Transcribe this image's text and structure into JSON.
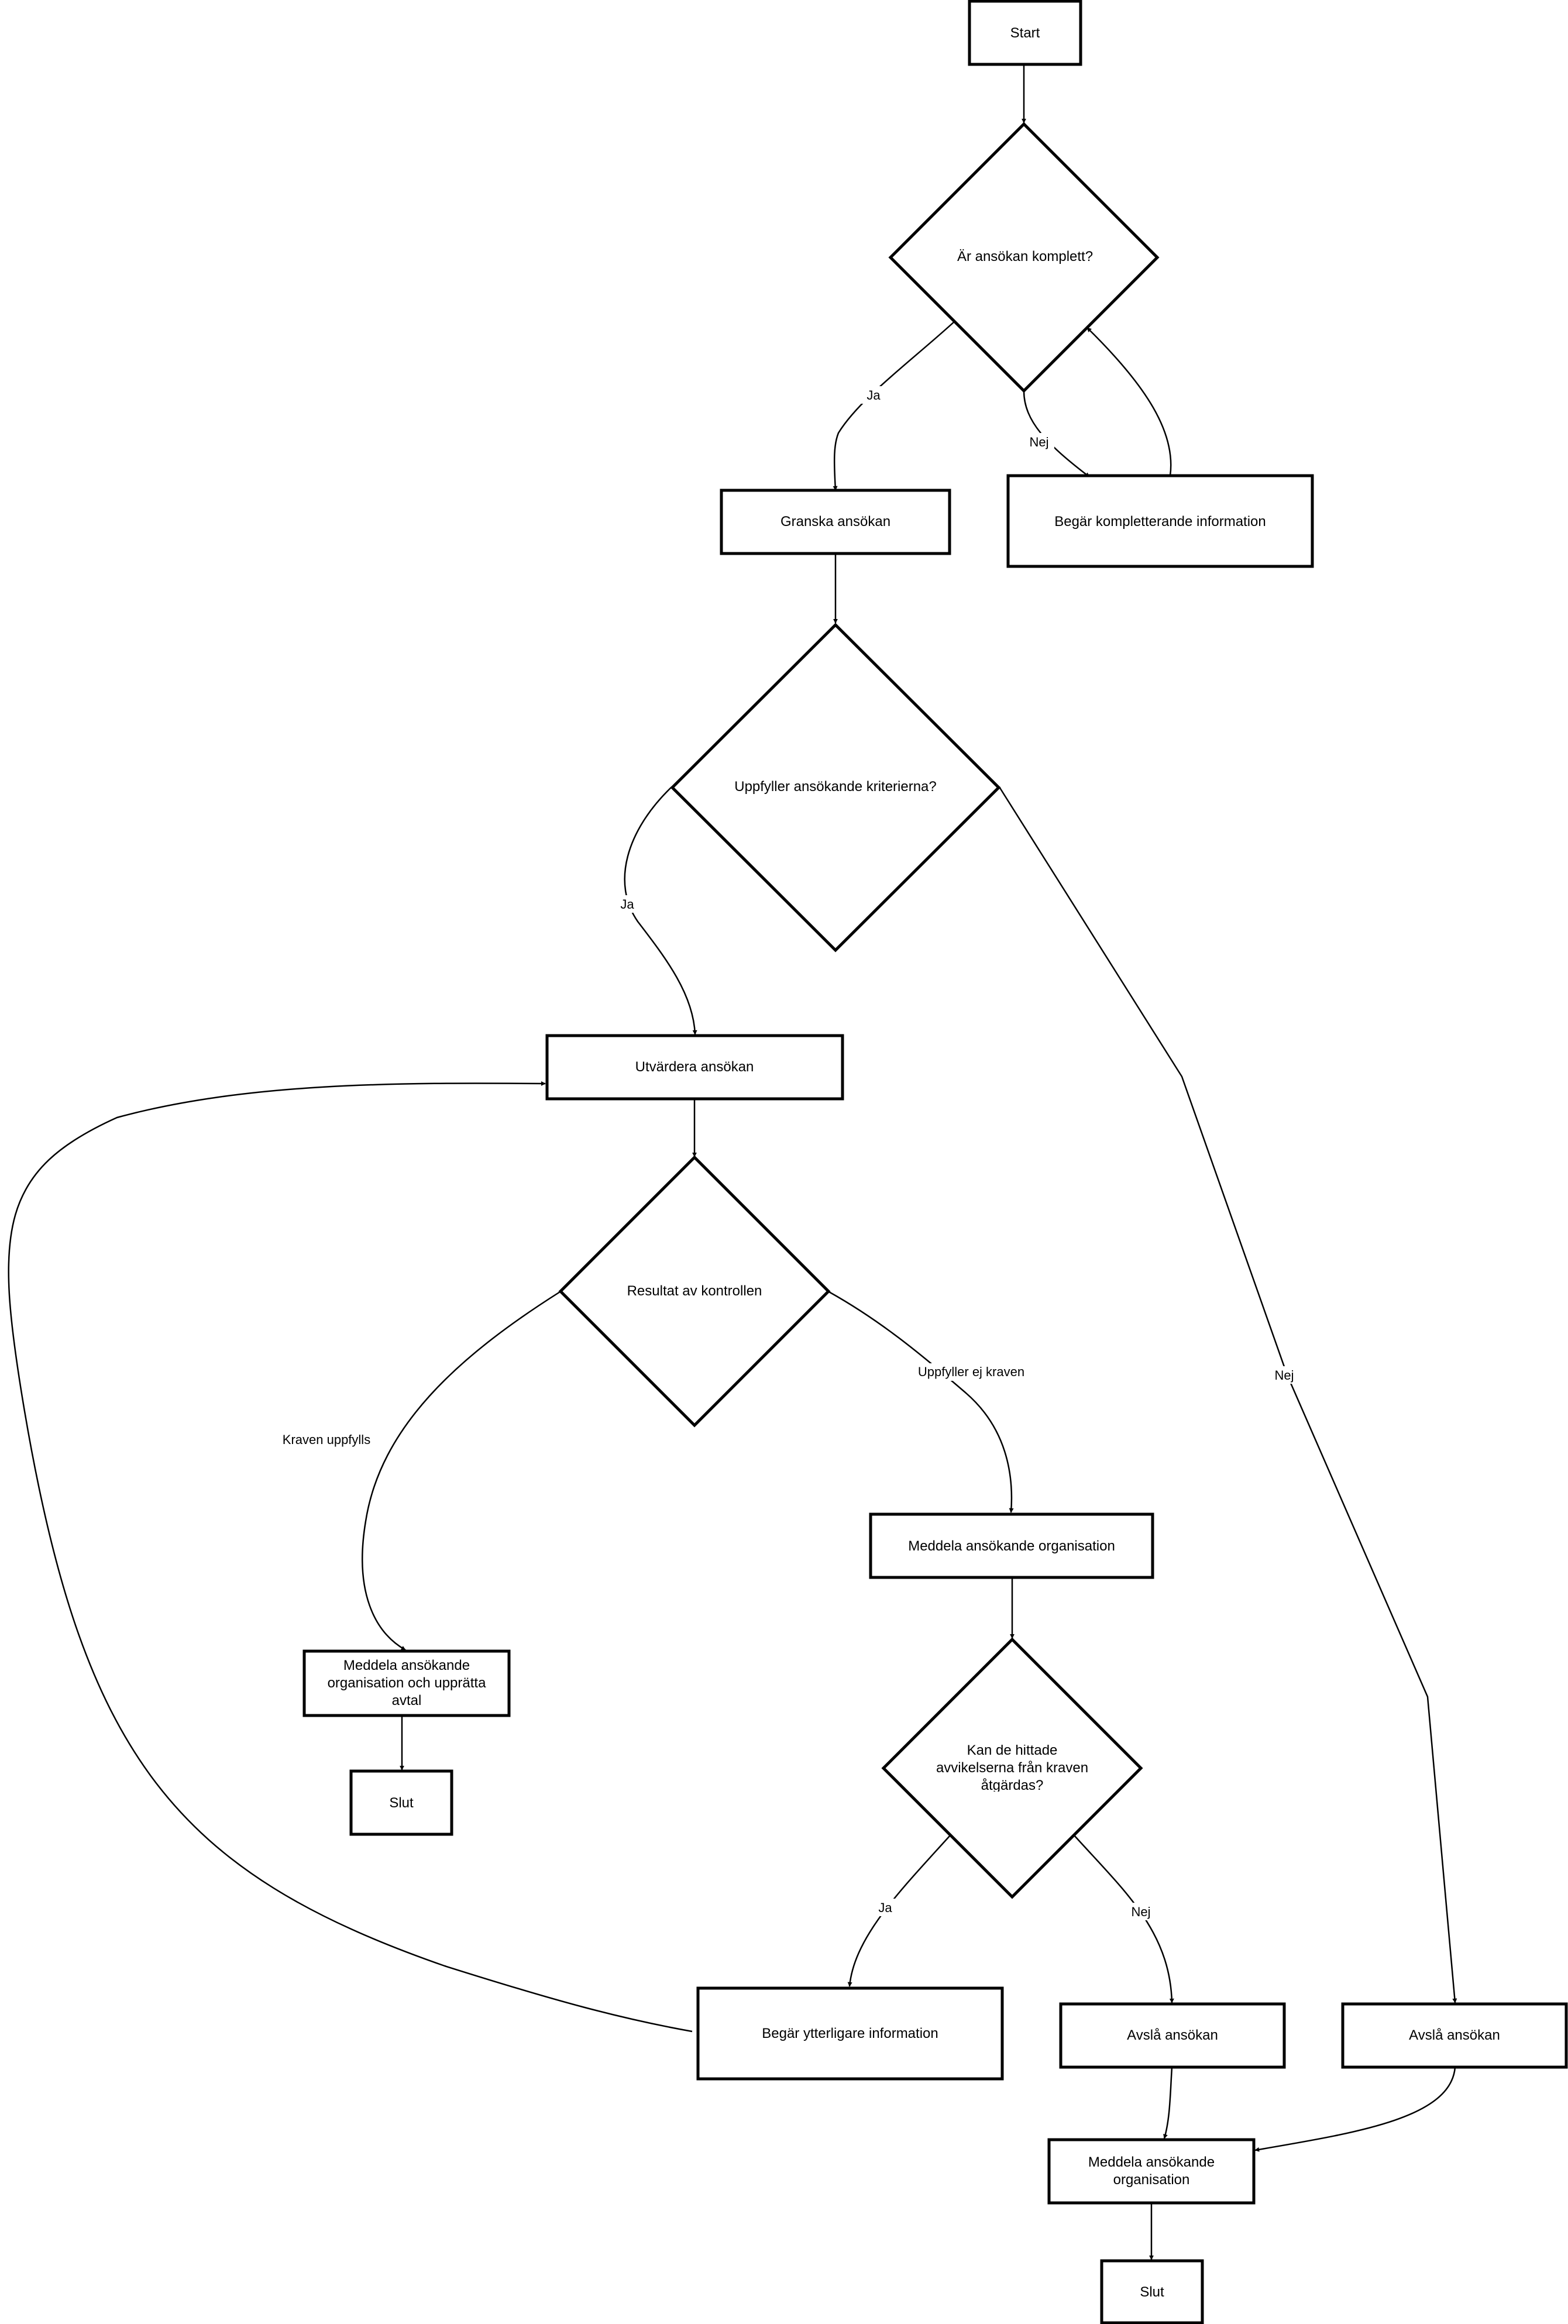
{
  "diagram": {
    "type": "flowchart",
    "nodes": {
      "start": {
        "shape": "rect",
        "label": "Start"
      },
      "q_complete": {
        "shape": "diamond",
        "label": "Är ansökan komplett?"
      },
      "review": {
        "shape": "rect",
        "label": "Granska ansökan"
      },
      "request_complement": {
        "shape": "rect",
        "label": "Begär kompletterande information"
      },
      "q_criteria": {
        "shape": "diamond",
        "label": "Uppfyller ansökande kriterierna?"
      },
      "evaluate": {
        "shape": "rect",
        "label": "Utvärdera ansökan"
      },
      "q_result": {
        "shape": "diamond",
        "label": "Resultat av kontrollen"
      },
      "notify_agreement": {
        "shape": "rect",
        "label": "Meddela ansökande organisation och upprätta avtal"
      },
      "end_left": {
        "shape": "rect",
        "label": "Slut"
      },
      "notify_org": {
        "shape": "rect",
        "label": "Meddela ansökande organisation"
      },
      "q_fixable": {
        "shape": "diamond",
        "label": "Kan de hittade avvikelserna från kraven åtgärdas?"
      },
      "request_more": {
        "shape": "rect",
        "label": "Begär ytterligare information"
      },
      "reject_mid": {
        "shape": "rect",
        "label": "Avslå ansökan"
      },
      "reject_right": {
        "shape": "rect",
        "label": "Avslå ansökan"
      },
      "notify_final": {
        "shape": "rect",
        "label": "Meddela ansökande organisation"
      },
      "end_right": {
        "shape": "rect",
        "label": "Slut"
      }
    },
    "edges": [
      {
        "from": "start",
        "to": "q_complete",
        "label": ""
      },
      {
        "from": "q_complete",
        "to": "review",
        "label": "Ja"
      },
      {
        "from": "q_complete",
        "to": "request_complement",
        "label": "Nej"
      },
      {
        "from": "request_complement",
        "to": "q_complete",
        "label": ""
      },
      {
        "from": "review",
        "to": "q_criteria",
        "label": ""
      },
      {
        "from": "q_criteria",
        "to": "evaluate",
        "label": "Ja"
      },
      {
        "from": "q_criteria",
        "to": "reject_right",
        "label": "Nej"
      },
      {
        "from": "evaluate",
        "to": "q_result",
        "label": ""
      },
      {
        "from": "q_result",
        "to": "notify_agreement",
        "label": "Kraven uppfylls"
      },
      {
        "from": "q_result",
        "to": "notify_org",
        "label": "Uppfyller ej kraven"
      },
      {
        "from": "notify_agreement",
        "to": "end_left",
        "label": ""
      },
      {
        "from": "notify_org",
        "to": "q_fixable",
        "label": ""
      },
      {
        "from": "q_fixable",
        "to": "request_more",
        "label": "Ja"
      },
      {
        "from": "q_fixable",
        "to": "reject_mid",
        "label": "Nej"
      },
      {
        "from": "request_more",
        "to": "evaluate",
        "label": ""
      },
      {
        "from": "reject_mid",
        "to": "notify_final",
        "label": ""
      },
      {
        "from": "reject_right",
        "to": "notify_final",
        "label": ""
      },
      {
        "from": "notify_final",
        "to": "end_right",
        "label": ""
      }
    ]
  }
}
